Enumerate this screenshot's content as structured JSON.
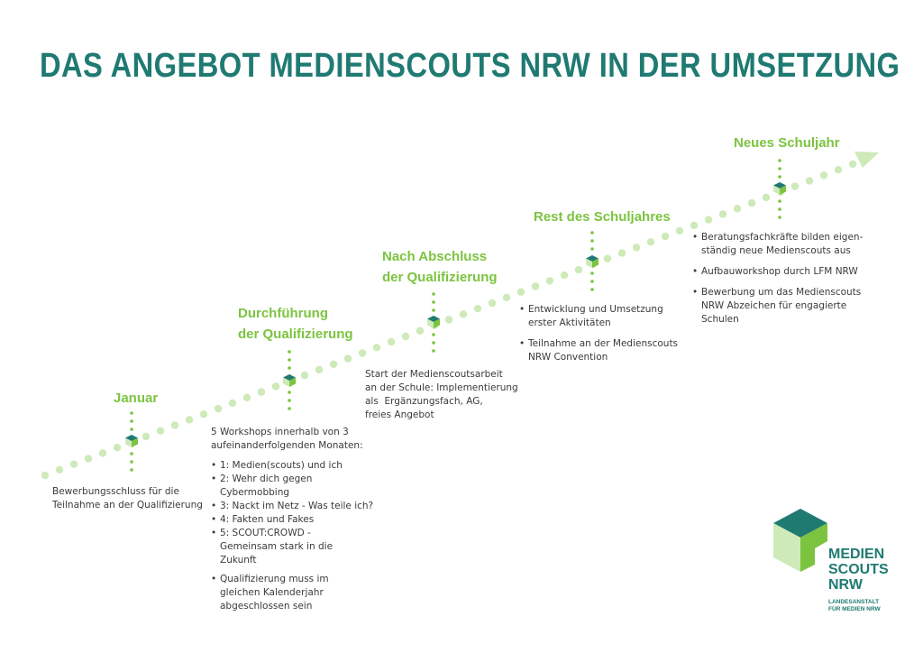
{
  "title": "DAS ANGEBOT MEDIENSCOUTS NRW IN DER UMSETZUNG",
  "colors": {
    "teal": "#1f7a72",
    "green": "#7cc440",
    "light_green": "#cdeab8"
  },
  "stages": [
    {
      "label": [
        "Januar"
      ],
      "intro": [
        "Bewerbungsschluss für die",
        "Teilnahme an der Qualifizierung"
      ]
    },
    {
      "label": [
        "Durchführung",
        "der Qualifizierung"
      ],
      "intro": [
        "5 Workshops innerhalb von 3",
        "aufeinanderfolgenden Monaten:"
      ],
      "workshops": [
        "1: Medien(scouts) und ich",
        "2: Wehr dich gegen Cybermobbing",
        "3: Nackt im Netz - Was teile ich?",
        "4: Fakten und Fakes",
        "5: SCOUT:CROWD - Gemeinsam stark in die Zukunft"
      ],
      "note": "Qualifizierung muss im gleichen Kalenderjahr abgeschlossen sein"
    },
    {
      "label": [
        "Nach Abschluss",
        "der Qualifizierung"
      ],
      "intro": [
        "Start der Medienscoutsarbeit",
        "an der Schule: Implementierung",
        "als  Ergänzungsfach, AG,",
        "freies Angebot"
      ]
    },
    {
      "label": [
        "Rest des Schuljahres"
      ],
      "bullets": [
        "Entwicklung und Umsetzung erster Aktivitäten",
        "Teilnahme an der Medienscouts NRW Convention"
      ]
    },
    {
      "label": [
        "Neues Schuljahr"
      ],
      "bullets": [
        "Beratungsfachkräfte bilden eigen-ständig neue Medienscouts aus",
        "Aufbauworkshop durch LFM NRW",
        "Bewerbung um das Medienscouts NRW Abzeichen für engagierte Schulen"
      ]
    }
  ],
  "logo": {
    "lines": [
      "MEDIEN",
      "SCOUTS",
      "NRW"
    ],
    "subtitle": [
      "LANDESANSTALT",
      "FÜR MEDIEN NRW"
    ]
  }
}
